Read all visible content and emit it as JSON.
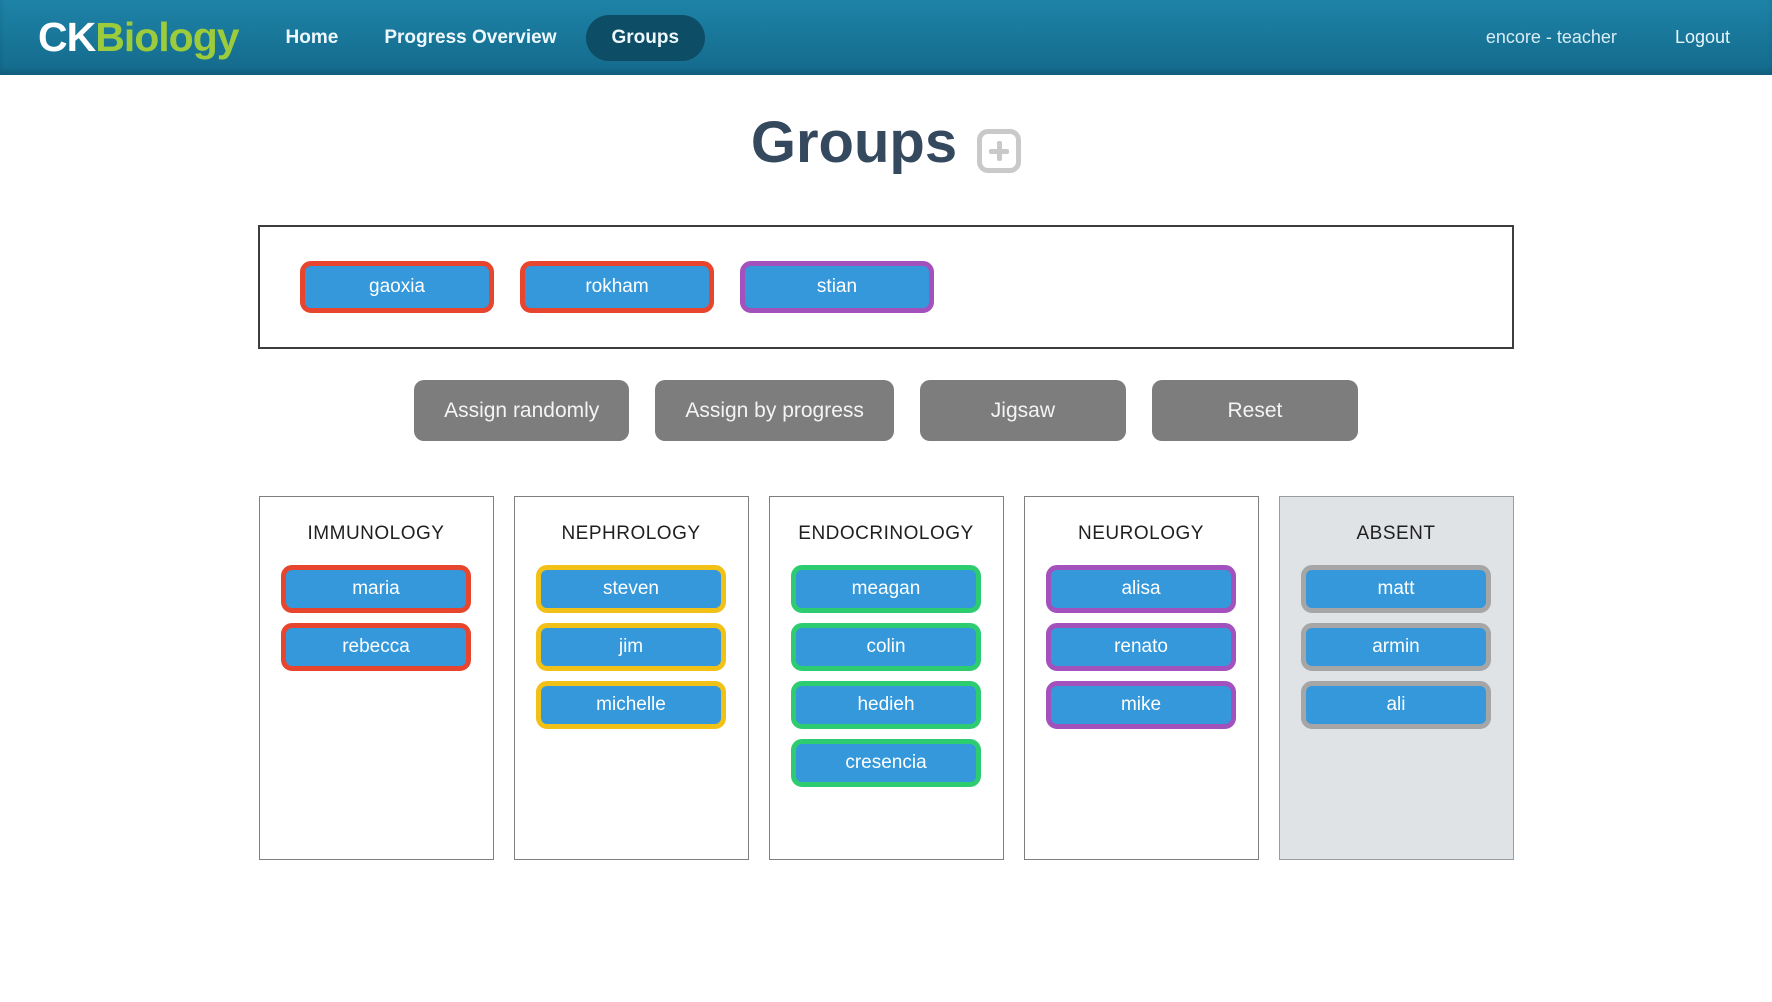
{
  "nav": {
    "logo": {
      "prefix": "CK",
      "suffix": "Biology"
    },
    "items": [
      {
        "label": "Home",
        "active": false
      },
      {
        "label": "Progress Overview",
        "active": false
      },
      {
        "label": "Groups",
        "active": true
      }
    ],
    "user_label": "encore - teacher",
    "logout_label": "Logout"
  },
  "page": {
    "title": "Groups",
    "add_group_icon": "plus-icon"
  },
  "pool": {
    "students": [
      {
        "name": "gaoxia",
        "border": "red"
      },
      {
        "name": "rokham",
        "border": "red"
      },
      {
        "name": "stian",
        "border": "purple"
      }
    ]
  },
  "actions": [
    {
      "label": "Assign randomly"
    },
    {
      "label": "Assign by progress"
    },
    {
      "label": "Jigsaw"
    },
    {
      "label": "Reset"
    }
  ],
  "groups": [
    {
      "name": "IMMUNOLOGY",
      "absent": false,
      "students": [
        {
          "name": "maria",
          "border": "red"
        },
        {
          "name": "rebecca",
          "border": "red"
        }
      ]
    },
    {
      "name": "NEPHROLOGY",
      "absent": false,
      "students": [
        {
          "name": "steven",
          "border": "yellow"
        },
        {
          "name": "jim",
          "border": "yellow"
        },
        {
          "name": "michelle",
          "border": "yellow"
        }
      ]
    },
    {
      "name": "ENDOCRINOLOGY",
      "absent": false,
      "students": [
        {
          "name": "meagan",
          "border": "green"
        },
        {
          "name": "colin",
          "border": "green"
        },
        {
          "name": "hedieh",
          "border": "green"
        },
        {
          "name": "cresencia",
          "border": "green"
        }
      ]
    },
    {
      "name": "NEUROLOGY",
      "absent": false,
      "students": [
        {
          "name": "alisa",
          "border": "purple"
        },
        {
          "name": "renato",
          "border": "purple"
        },
        {
          "name": "mike",
          "border": "purple"
        }
      ]
    },
    {
      "name": "ABSENT",
      "absent": true,
      "students": [
        {
          "name": "matt",
          "border": "gray"
        },
        {
          "name": "armin",
          "border": "gray"
        },
        {
          "name": "ali",
          "border": "gray"
        }
      ]
    }
  ],
  "colors": {
    "navbar_top": "#1d83a7",
    "navbar_bottom": "#146a8c",
    "nav_active": "#0d4d66",
    "logo_green": "#9ccb3b",
    "title_navy": "#34495e",
    "pill_blue": "#3498db",
    "button_gray": "#7d7d7d",
    "border_red": "#e8452e",
    "border_yellow": "#f2c117",
    "border_green": "#2ecc71",
    "border_purple": "#a351bd",
    "border_gray": "#a6a6a6"
  }
}
